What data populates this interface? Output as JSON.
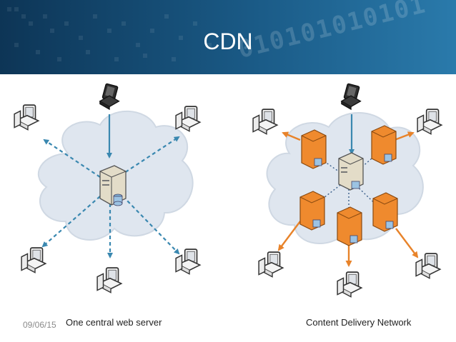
{
  "slide": {
    "title": "CDN",
    "date": "09/06/15",
    "banner_digits": "010101010101"
  },
  "left_panel": {
    "caption": "One central web server"
  },
  "right_panel": {
    "caption": "Content Delivery Network"
  },
  "colors": {
    "banner": "#1a5a86",
    "cloud": "#dfe6ef",
    "blue_arrow": "#3a88b0",
    "orange_arrow": "#e8832a",
    "edge_server": "#ef8a2e",
    "origin_server": "#d9d2bf"
  }
}
